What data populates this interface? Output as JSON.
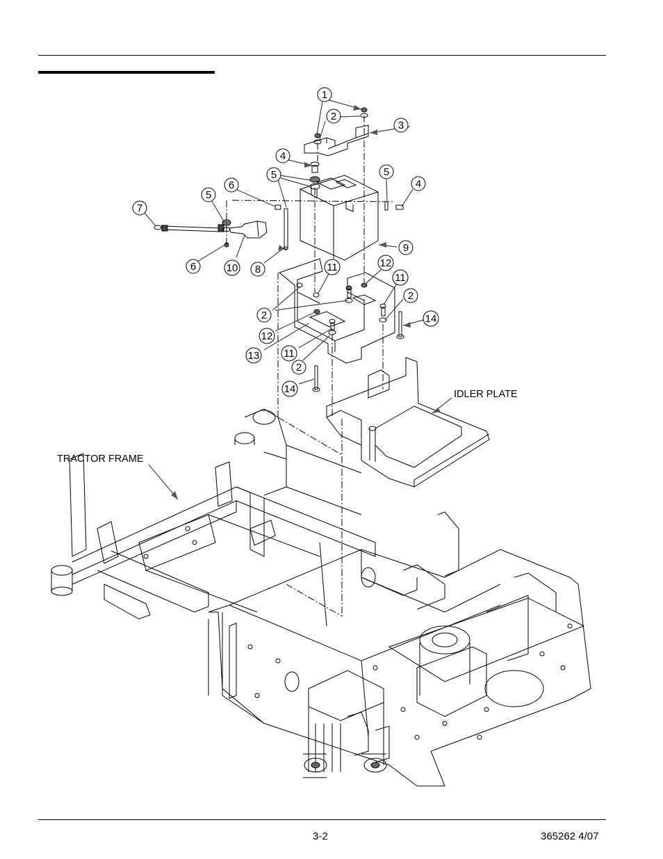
{
  "diagram": {
    "callouts": [
      "1",
      "2",
      "3",
      "4",
      "5",
      "5",
      "4",
      "6",
      "5",
      "7",
      "6",
      "10",
      "8",
      "9",
      "11",
      "12",
      "11",
      "2",
      "2",
      "14",
      "12",
      "13",
      "11",
      "2",
      "14"
    ],
    "labels": {
      "idler_plate": "IDLER PLATE",
      "tractor_frame": "TRACTOR FRAME"
    }
  },
  "footer": {
    "page_number": "3-2",
    "doc_code": "365262 4/07"
  }
}
